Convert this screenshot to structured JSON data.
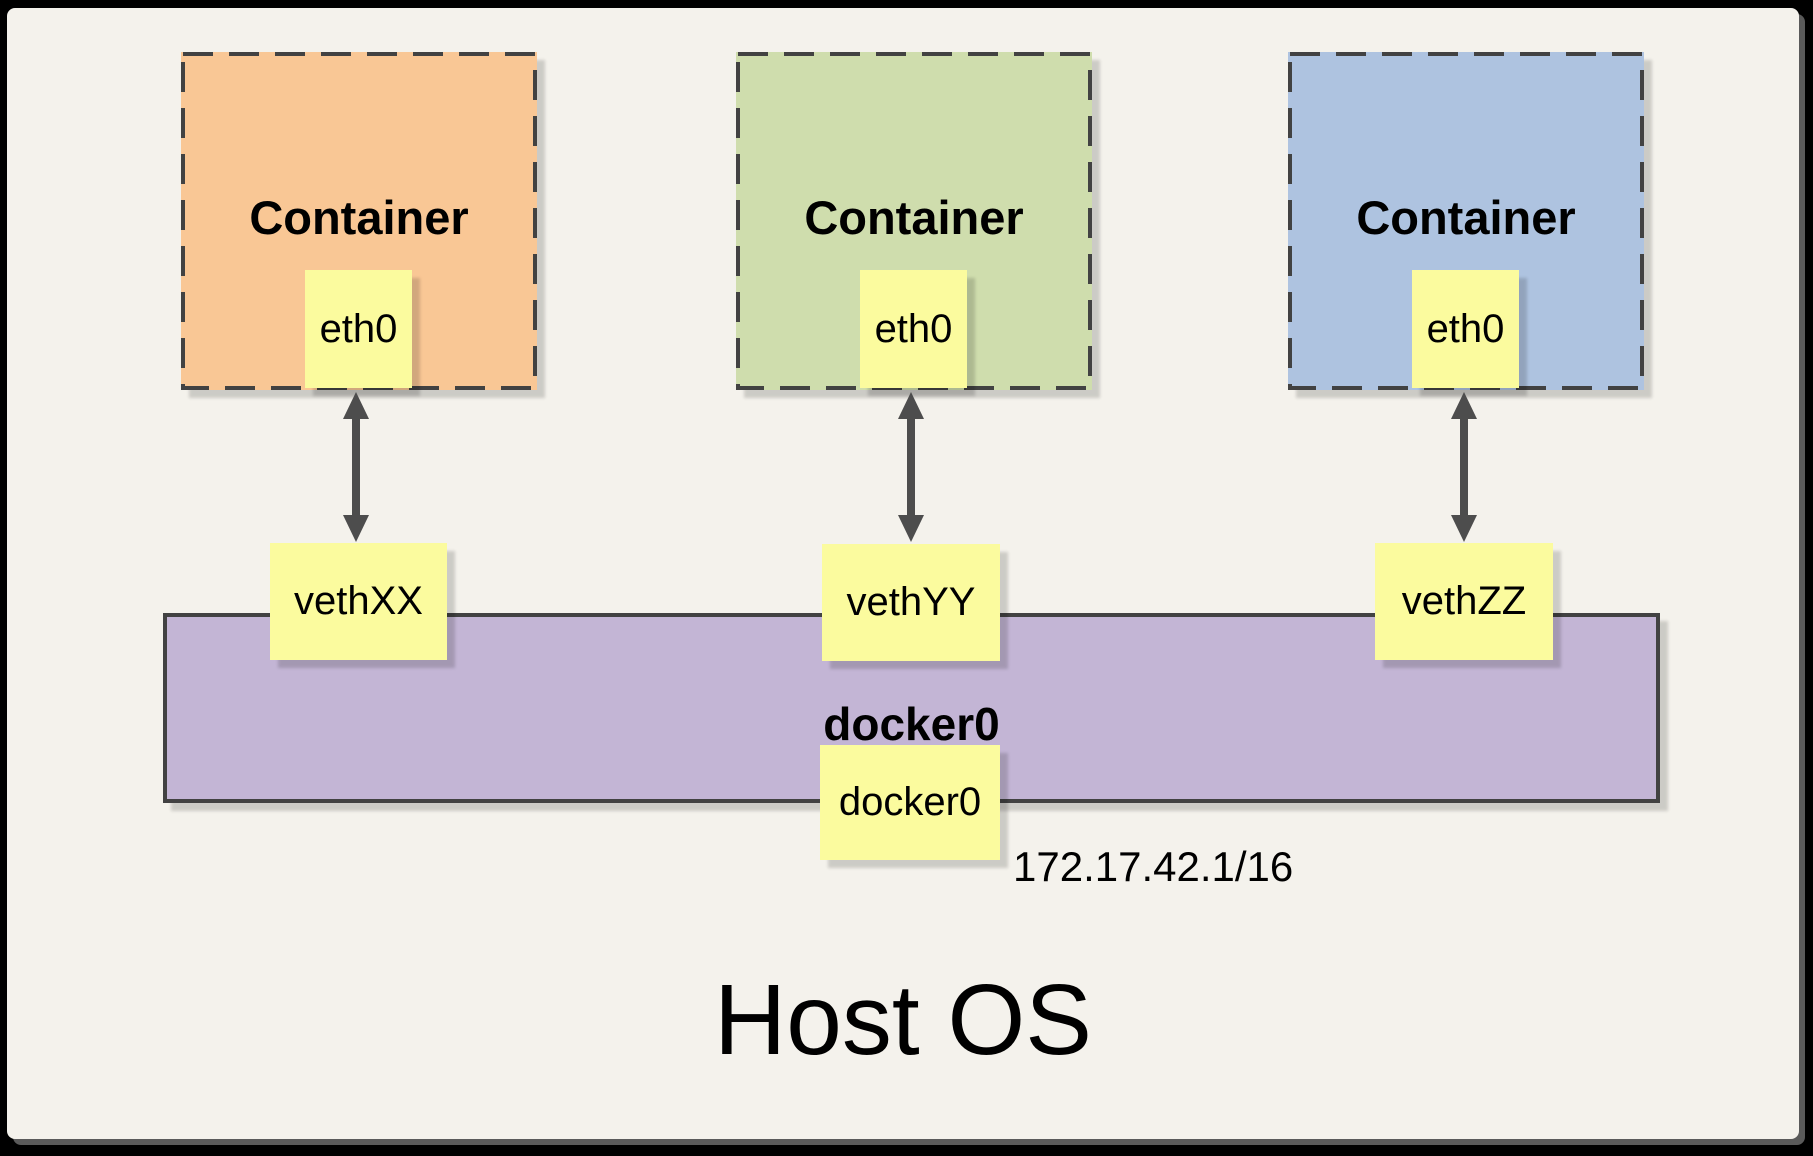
{
  "containers": [
    {
      "title": "Container",
      "interface": "eth0",
      "veth": "vethXX"
    },
    {
      "title": "Container",
      "interface": "eth0",
      "veth": "vethYY"
    },
    {
      "title": "Container",
      "interface": "eth0",
      "veth": "vethZZ"
    }
  ],
  "bridge": {
    "title": "docker0",
    "interface": "docker0",
    "ip": "172.17.42.1/16"
  },
  "host": {
    "title": "Host OS"
  },
  "colors": {
    "container_fills": [
      "#F9C795",
      "#CFDDAD",
      "#AEC3E0"
    ],
    "interface_fill": "#FBFB9E",
    "bridge_fill": "#C3B5D5",
    "canvas_bg": "#F4F2EC",
    "dashed_border": "#424242",
    "arrow": "#4D4D4D"
  }
}
